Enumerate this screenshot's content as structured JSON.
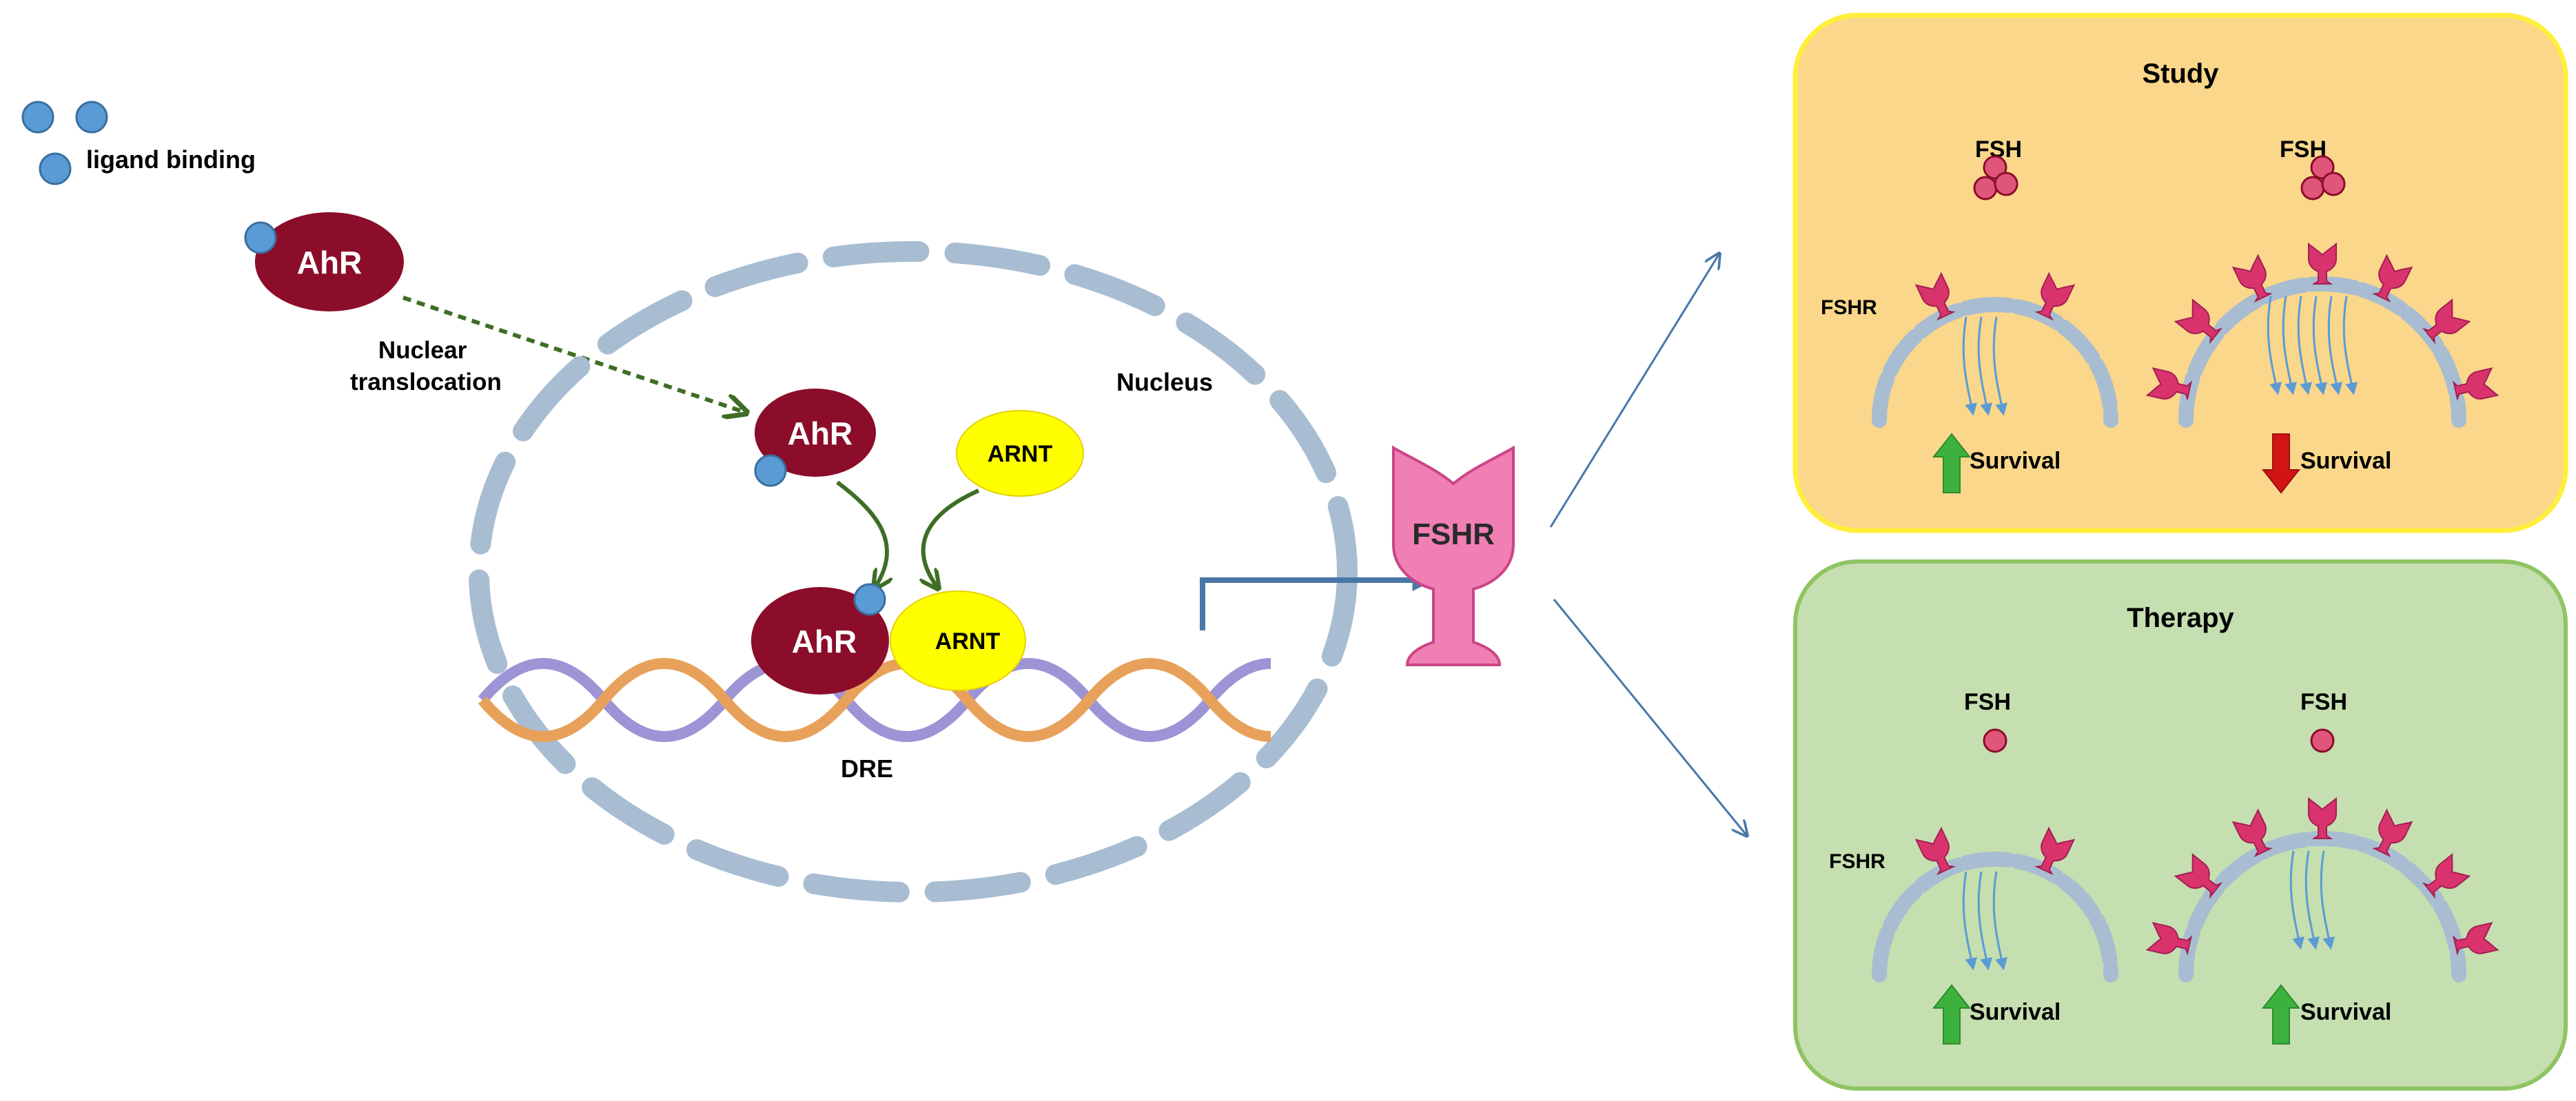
{
  "labels": {
    "ligand_binding": "ligand binding",
    "ahr": "AhR",
    "nuclear": "Nuclear",
    "translocation": "translocation",
    "nucleus": "Nucleus",
    "arnt": "ARNT",
    "dre": "DRE",
    "fshr_center": "FSHR"
  },
  "panels": {
    "study": {
      "title": "Study",
      "fsh_label": "FSH",
      "fshr_label": "FSHR",
      "left_outcome": "Survival",
      "right_outcome": "Survival",
      "left_trend": "up",
      "right_trend": "down"
    },
    "therapy": {
      "title": "Therapy",
      "fsh_label": "FSH",
      "fshr_label": "FSHR",
      "left_outcome": "Survival",
      "right_outcome": "Survival",
      "left_trend": "up",
      "right_trend": "up"
    }
  },
  "colors": {
    "ligand": "#5b9bd5",
    "ahr": "#8b0d2a",
    "arnt": "#ffff00",
    "membrane": "#a8bdd1",
    "receptor": "#d9336e",
    "fsh": "#e0567a",
    "study_bg": "#fad78a",
    "study_border": "#ffef3a",
    "therapy_bg": "#c5dfb0",
    "therapy_border": "#8fc462",
    "arrow_up": "#3db13d",
    "arrow_down": "#d11515",
    "dna_orange": "#e8a15a",
    "dna_purple": "#9d94d6",
    "flow_arrow": "#4a77a8"
  }
}
